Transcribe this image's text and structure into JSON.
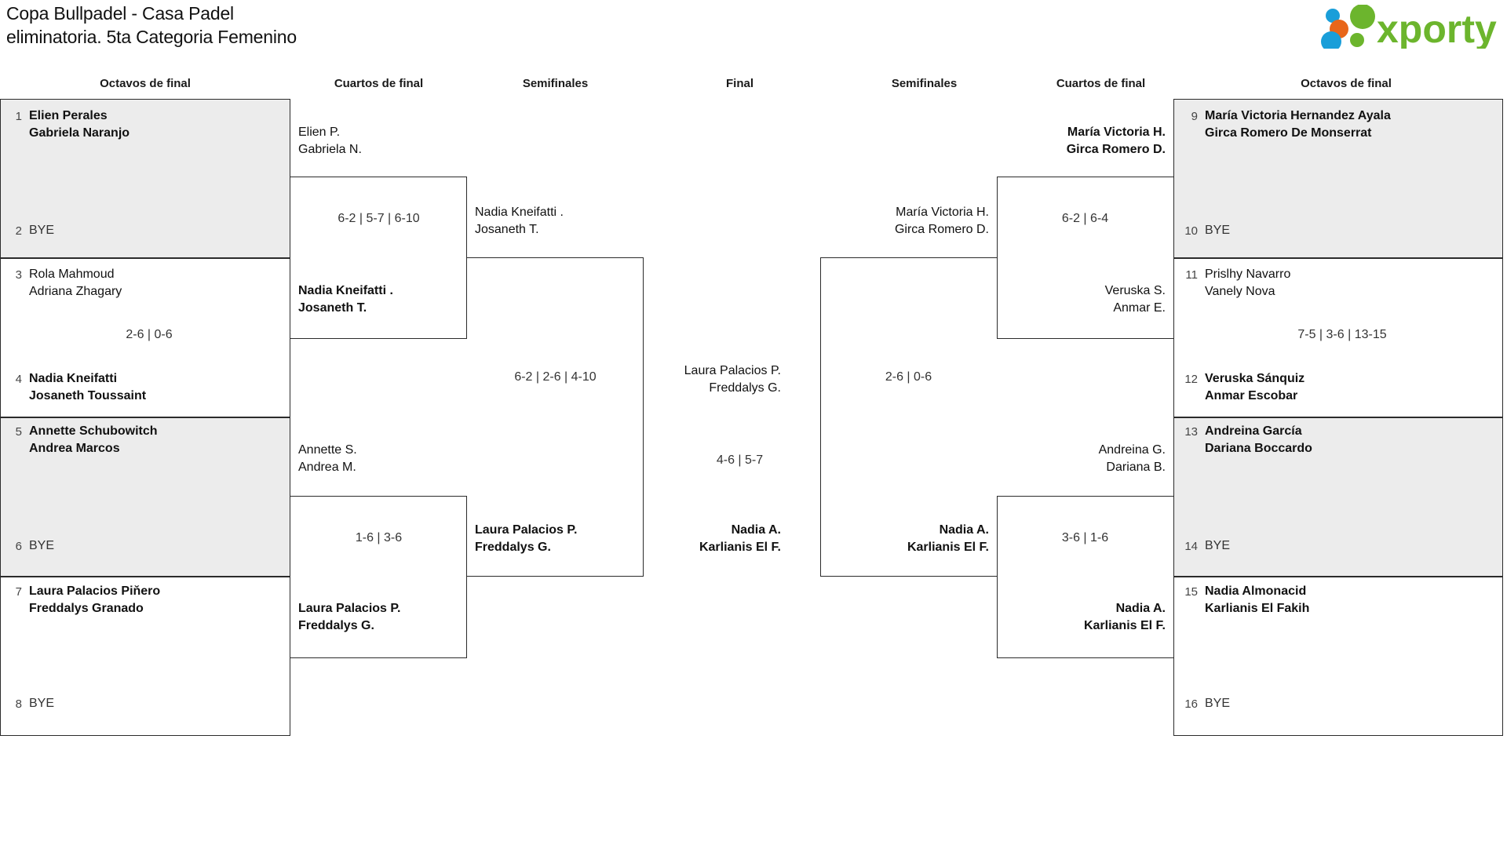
{
  "header": {
    "title": "Copa Bullpadel - Casa Padel\neliminatoria. 5ta Categoria Femenino",
    "logo_text": "xporty",
    "logo_colors": {
      "green": "#6cb52d",
      "blue": "#1a9ed9",
      "orange": "#e8661a"
    }
  },
  "round_headers": {
    "octavos_left": "Octavos de final",
    "cuartos_left": "Cuartos de final",
    "semis_left": "Semifinales",
    "final": "Final",
    "semis_right": "Semifinales",
    "cuartos_right": "Cuartos de final",
    "octavos_right": "Octavos de final"
  },
  "bracket": {
    "octavos_left": [
      {
        "seed": "1",
        "names": "Elien Perales\nGabriela Naranjo",
        "winner": true,
        "bye": false
      },
      {
        "seed": "2",
        "names": "BYE",
        "winner": false,
        "bye": true
      },
      {
        "seed": "3",
        "names": "Rola Mahmoud\nAdriana Zhagary",
        "winner": false,
        "bye": false
      },
      {
        "seed": "4",
        "names": "Nadia Kneifatti\nJosaneth Toussaint",
        "winner": true,
        "bye": false
      },
      {
        "seed": "5",
        "names": "Annette Schubowitch\nAndrea Marcos",
        "winner": true,
        "bye": false
      },
      {
        "seed": "6",
        "names": "BYE",
        "winner": false,
        "bye": true
      },
      {
        "seed": "7",
        "names": "Laura Palacios Piňero\nFreddalys Granado",
        "winner": true,
        "bye": false
      },
      {
        "seed": "8",
        "names": "BYE",
        "winner": false,
        "bye": true
      }
    ],
    "octavos_right": [
      {
        "seed": "9",
        "names": "María Victoria Hernandez Ayala\nGirca Romero De Monserrat",
        "winner": true,
        "bye": false
      },
      {
        "seed": "10",
        "names": "BYE",
        "winner": false,
        "bye": true
      },
      {
        "seed": "11",
        "names": "Prislhy Navarro\nVanely Nova",
        "winner": false,
        "bye": false
      },
      {
        "seed": "12",
        "names": "Veruska Sánquiz\nAnmar Escobar",
        "winner": true,
        "bye": false
      },
      {
        "seed": "13",
        "names": "Andreina García\nDariana Boccardo",
        "winner": true,
        "bye": false
      },
      {
        "seed": "14",
        "names": "BYE",
        "winner": false,
        "bye": true
      },
      {
        "seed": "15",
        "names": "Nadia Almonacid\nKarlianis El Fakih",
        "winner": true,
        "bye": false
      },
      {
        "seed": "16",
        "names": "BYE",
        "winner": false,
        "bye": true
      }
    ],
    "octavos_scores_left": {
      "m1": "",
      "m2": "2-6 | 0-6",
      "m3": "",
      "m4": ""
    },
    "octavos_scores_right": {
      "m1": "",
      "m2": "7-5 | 3-6 | 13-15",
      "m3": "",
      "m4": ""
    },
    "cuartos_left": [
      {
        "names": "Elien P.\nGabriela N.",
        "winner": false
      },
      {
        "names": "Nadia Kneifatti .\nJosaneth T.",
        "winner": true
      },
      {
        "names": "Annette S.\nAndrea M.",
        "winner": false
      },
      {
        "names": "Laura Palacios P.\nFreddalys G.",
        "winner": true
      }
    ],
    "cuartos_scores_left": {
      "top": "6-2 | 5-7 | 6-10",
      "bottom": "1-6 | 3-6"
    },
    "cuartos_right": [
      {
        "names": "María Victoria H.\nGirca Romero D.",
        "winner": true
      },
      {
        "names": "Veruska S.\nAnmar E.",
        "winner": false
      },
      {
        "names": "Andreina G.\nDariana B.",
        "winner": false
      },
      {
        "names": "Nadia A.\nKarlianis El F.",
        "winner": true
      }
    ],
    "cuartos_scores_right": {
      "top": "6-2 | 6-4",
      "bottom": "3-6 | 1-6"
    },
    "semis_left": [
      {
        "names": "Nadia Kneifatti .\nJosaneth T.",
        "winner": false
      },
      {
        "names": "Laura Palacios P.\nFreddalys G.",
        "winner": true
      }
    ],
    "semis_left_score": "6-2 | 2-6 | 4-10",
    "semis_right": [
      {
        "names": "María Victoria H.\nGirca Romero D.",
        "winner": false
      },
      {
        "names": "Nadia A.\nKarlianis El F.",
        "winner": true
      }
    ],
    "semis_right_score": "2-6 | 0-6",
    "final": [
      {
        "names": "Laura Palacios P.\nFreddalys G.",
        "winner": false
      },
      {
        "names": "Nadia A.\nKarlianis El F.",
        "winner": true
      }
    ],
    "final_score": "4-6 | 5-7"
  }
}
